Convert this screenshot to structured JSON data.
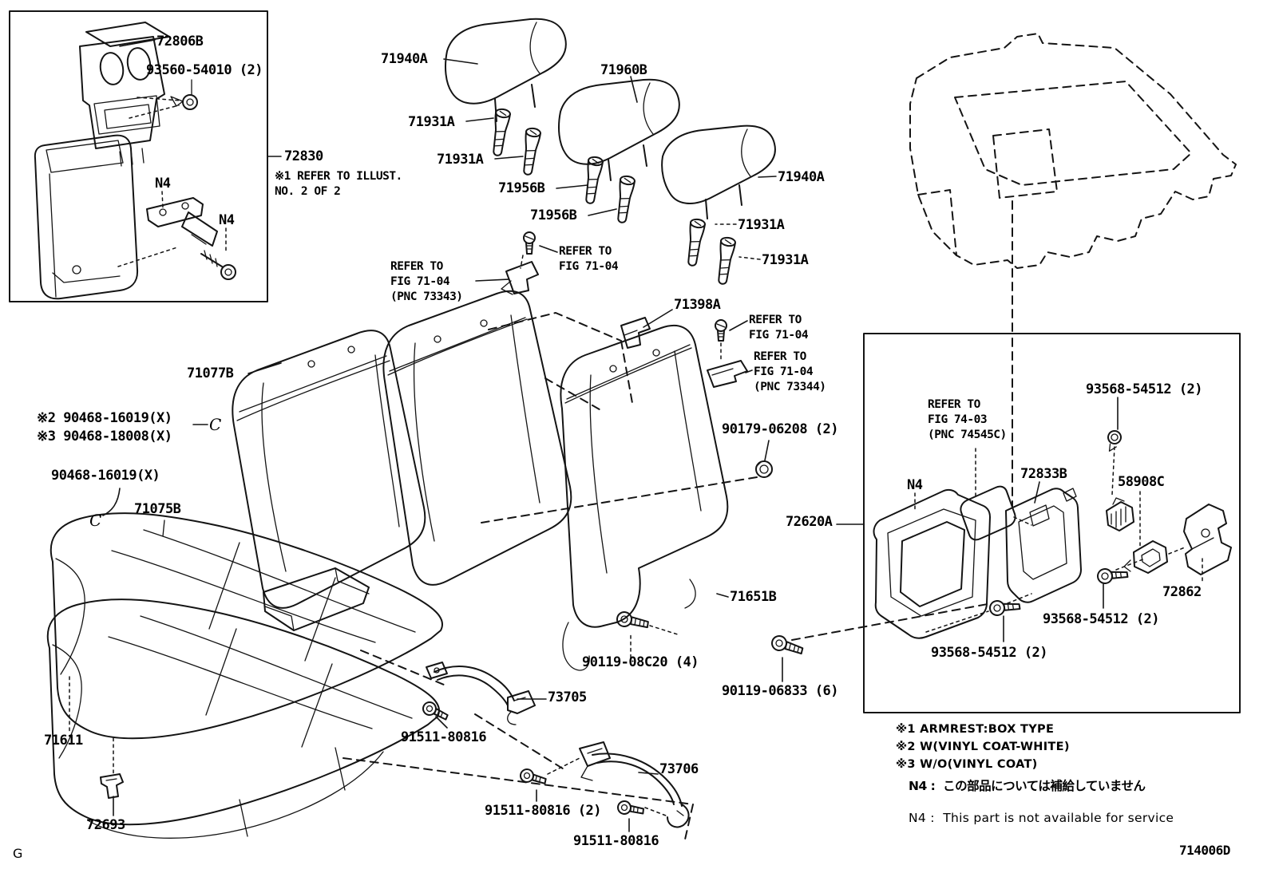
{
  "page": {
    "corner_letter": "G",
    "drawing_code": "714006D"
  },
  "armrest_box": {
    "panel": "72806B",
    "screw": "93560-54010 (2)",
    "n4_bracket": "N4",
    "n4_bolt": "N4",
    "assembly": "72830",
    "ref_illust": "※1 REFER TO ILLUST.\n     NO. 2 OF 2"
  },
  "headrests": {
    "left": "71940A",
    "center": "71960B",
    "right": "71940A",
    "support_a": "71931A",
    "support_b": "71931A",
    "support_c": "71956B",
    "support_d": "71956B",
    "support_e": "71931A",
    "support_f": "71931A"
  },
  "refs": {
    "clip_left": "REFER TO\nFIG 71-04\n(PNC 73343)",
    "screw_top": "REFER TO\nFIG 71-04",
    "screw_right": "REFER TO\nFIG 71-04",
    "clip_right": "REFER TO\nFIG 71-04\n(PNC 73344)",
    "board": "REFER TO\nFIG 74-03\n(PNC 74545C)"
  },
  "seat_back": {
    "cover": "71077B",
    "clip": "71398A",
    "cover_rh": "71651B",
    "bolt": "90179-06208 (2)",
    "screw_front": "90119-08C20 (4)",
    "screw_rear": "90119-06833 (6)",
    "ring_x2": "※2 90468-16019(X)",
    "ring_x3": "※3 90468-18008(X)",
    "ring": "90468-16019(X)",
    "connector_a": "C",
    "connector_b": "C"
  },
  "seat_cushion": {
    "cover": "71075B",
    "pad": "71611",
    "clip": "72693",
    "band_front": "73705",
    "band_rear": "73706",
    "screw_a": "91511-80816",
    "screw_b": "91511-80816 (2)",
    "screw_c": "91511-80816"
  },
  "partition_box": {
    "assembly": "72620A",
    "screw_top": "93568-54512 (2)",
    "screw_mid": "93568-54512 (2)",
    "screw_bottom": "93568-54512 (2)",
    "n4_frame": "N4",
    "board": "72833B",
    "lock": "58908C",
    "hinge": "72862"
  },
  "notes": {
    "note1": "※1 ARMREST:BOX TYPE",
    "note2": "※2 W(VINYL COAT-WHITE)",
    "note3": "※3 W/O(VINYL COAT)",
    "n4_jp": "N4 :  この部品については補給していません",
    "n4_en": "N4 :  This part is not available for service"
  }
}
